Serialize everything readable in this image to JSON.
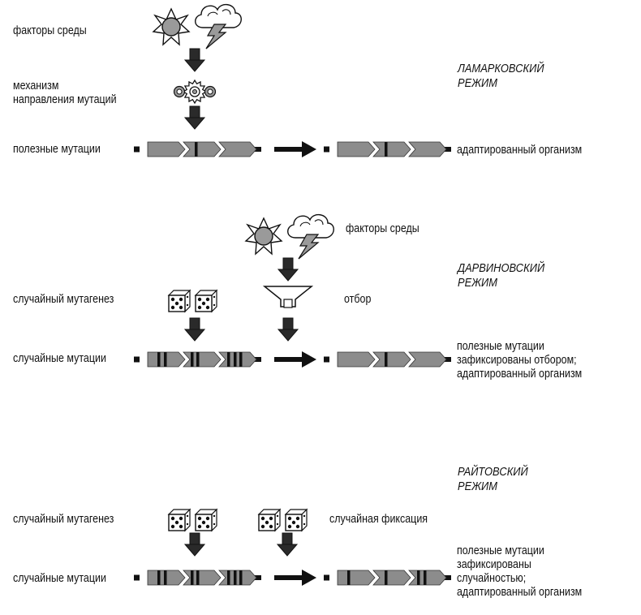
{
  "lamarck": {
    "mode": "ЛАМАРКОВСКИЙ\nРЕЖИМ",
    "env_label": "факторы среды",
    "mechanism_label": "механизм\nнаправления мутаций",
    "input_label": "полезные мутации",
    "output_label": "адаптированный организм"
  },
  "darwin": {
    "mode": "ДАРВИНОВСКИЙ\nРЕЖИМ",
    "env_label": "факторы среды",
    "mutagenesis_label": "случайный мутагенез",
    "selection_label": "отбор",
    "input_label": "случайные мутации",
    "output_label": "полезные мутации\nзафиксированы отбором;\nадаптированный организм"
  },
  "wright": {
    "mode": "РАЙТОВСКИЙ\nРЕЖИМ",
    "mutagenesis_label": "случайный мутагенез",
    "fixation_label": "случайная фиксация",
    "input_label": "случайные мутации",
    "output_label": "полезные мутации\nзафиксированы\nслучайностью;\nадаптированный организм"
  },
  "colors": {
    "segment_fill": "#8c8c8c",
    "mark": "#111111",
    "arrow": "#111111",
    "icon_gray": "#9a9a9a"
  }
}
